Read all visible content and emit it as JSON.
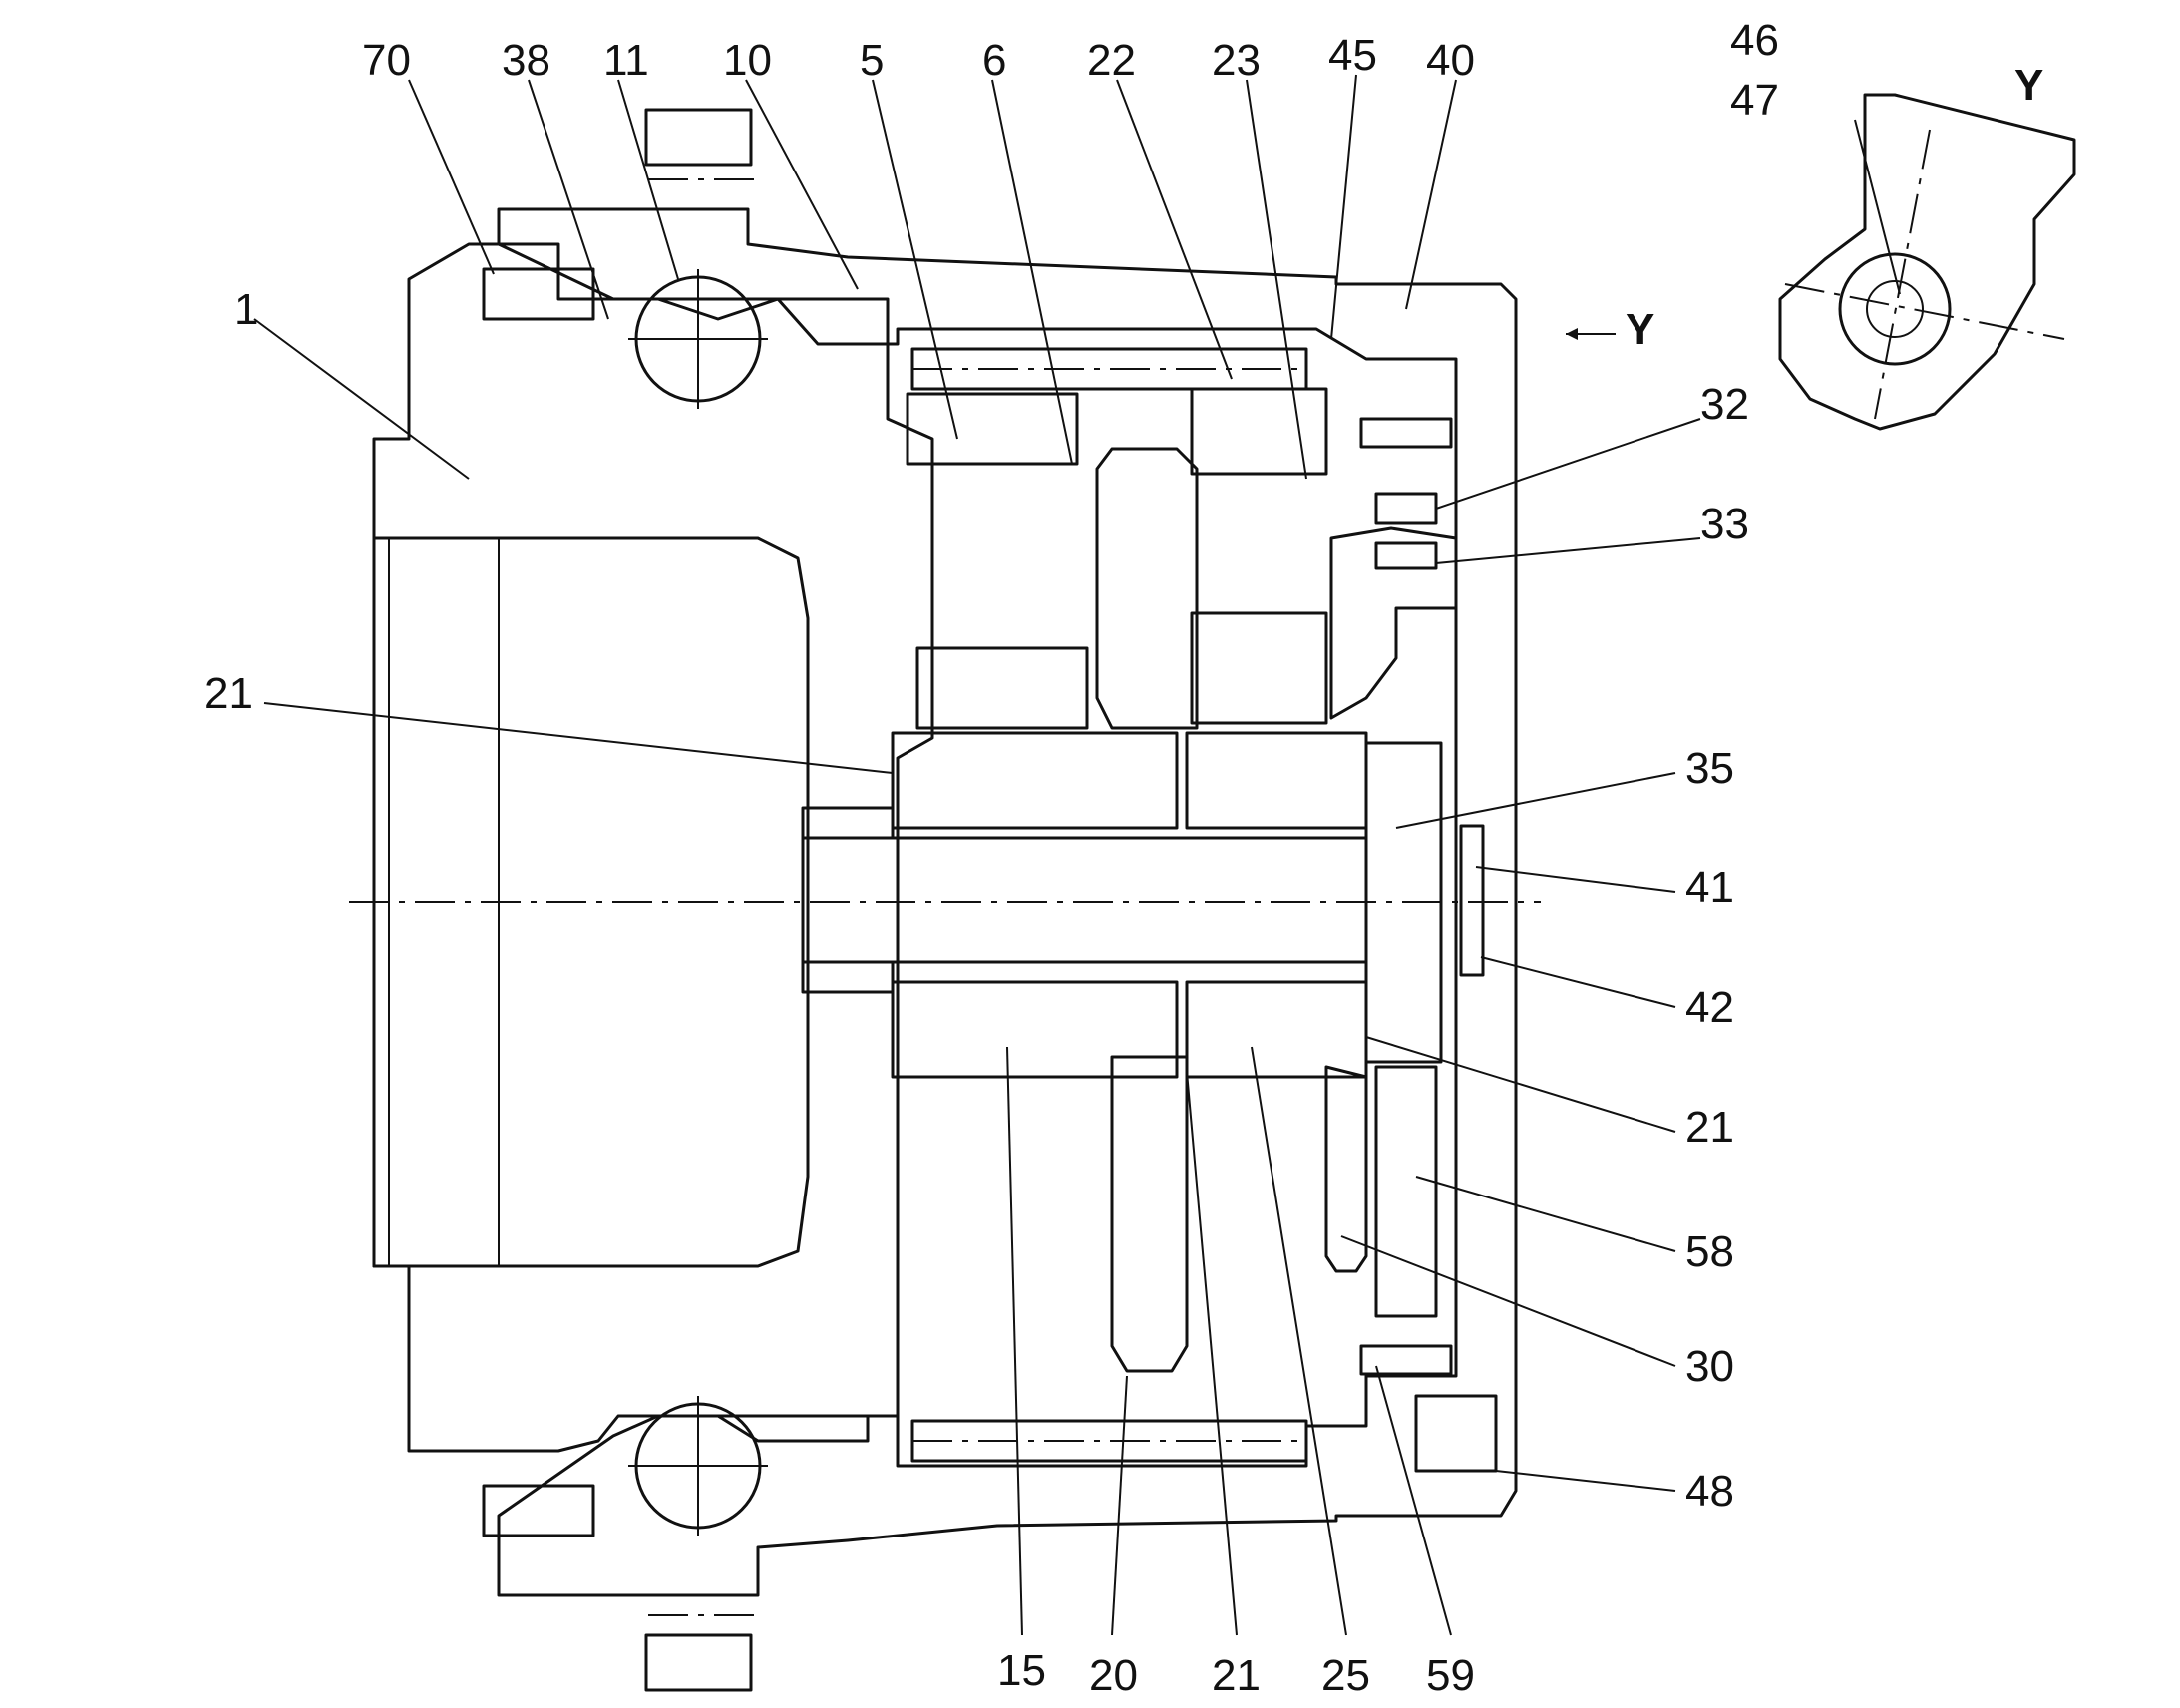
{
  "labels": {
    "l70": "70",
    "l38": "38",
    "l11": "11",
    "l10": "10",
    "l5": "5",
    "l6": "6",
    "l22": "22",
    "l23": "23",
    "l45": "45",
    "l40": "40",
    "l46": "46",
    "l47": "47",
    "lY_top": "Y",
    "lY_arrow": "Y",
    "l1": "1",
    "l32": "32",
    "l33": "33",
    "l21_left": "21",
    "l35": "35",
    "l41": "41",
    "l42": "42",
    "l21_right": "21",
    "l58": "58",
    "l30": "30",
    "l48": "48",
    "l15": "15",
    "l20": "20",
    "l21_bottom": "21",
    "l25": "25",
    "l59": "59"
  },
  "colors": {
    "ink": "#111111",
    "paper": "#ffffff"
  }
}
